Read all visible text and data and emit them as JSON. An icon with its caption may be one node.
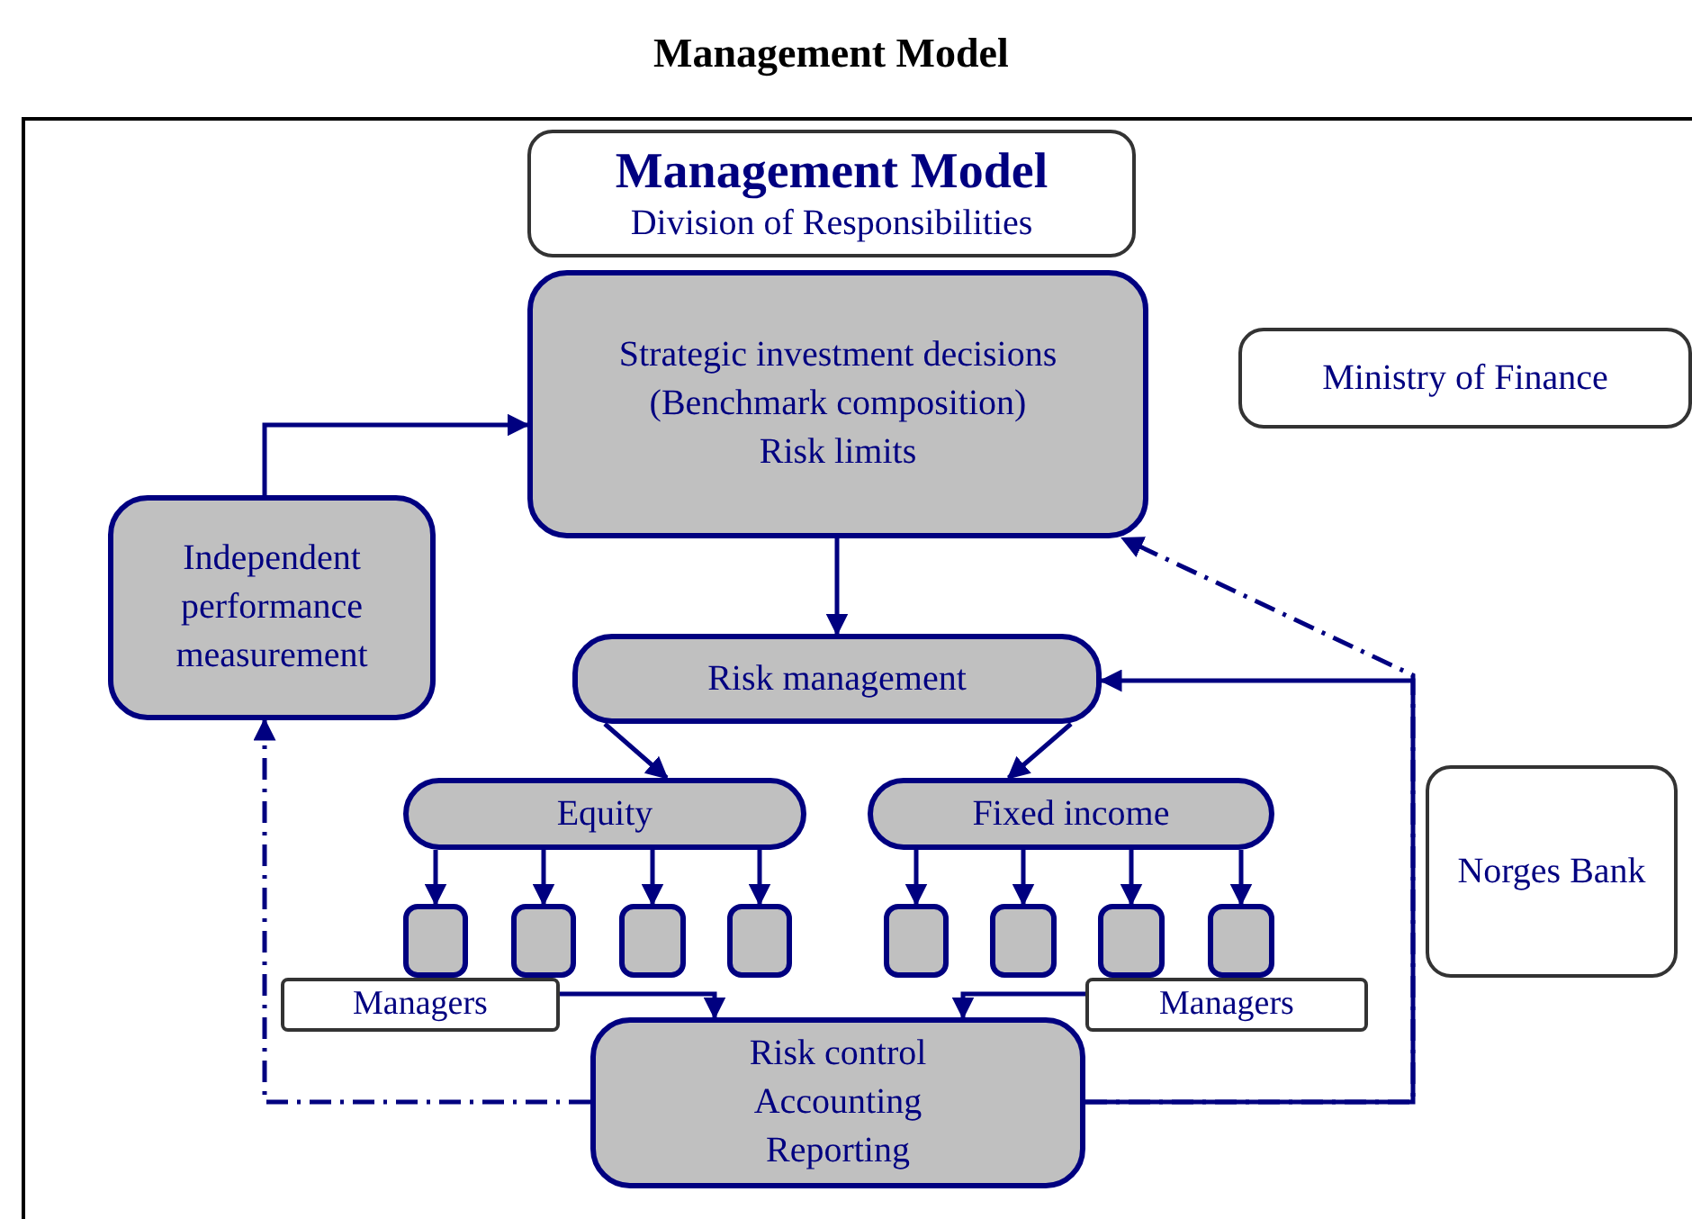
{
  "diagram": {
    "title": "Management Model",
    "nodes": [
      {
        "text": [
          "Management Model",
          "Division of Responsibilities"
        ]
      },
      {
        "text": [
          "Strategic investment decisions (Benchmark composition)",
          "Risk limits"
        ]
      },
      {
        "text": [
          "Ministry of Finance"
        ]
      },
      {
        "text": [
          "Independent performance measurement"
        ]
      },
      {
        "text": [
          "Risk management"
        ]
      },
      {
        "text": [
          "Equity"
        ]
      },
      {
        "text": [
          "Fixed income"
        ]
      },
      {
        "text": [],
        "shape": "box"
      },
      {
        "text": [],
        "shape": "box"
      },
      {
        "text": [],
        "shape": "box"
      },
      {
        "text": [],
        "shape": "box"
      },
      {
        "text": [],
        "shape": "box"
      },
      {
        "text": [],
        "shape": "box"
      },
      {
        "text": [],
        "shape": "box"
      },
      {
        "text": [],
        "shape": "box"
      },
      {
        "text": [
          "Managers"
        ]
      },
      {
        "text": [
          "Managers"
        ]
      },
      {
        "text": [
          "Risk control",
          "Accounting",
          "Reporting"
        ]
      },
      {
        "text": [
          "Norges Bank"
        ]
      }
    ],
    "edges": [
      {
        "from": 3,
        "to": 1,
        "arrow": "to"
      },
      {
        "from": 1,
        "to": 4,
        "arrow": "to"
      },
      {
        "from": 4,
        "to": 5,
        "arrow": "to"
      },
      {
        "from": 4,
        "to": 6,
        "arrow": "to"
      },
      {
        "from": 5,
        "to": 7,
        "arrow": "to"
      },
      {
        "from": 5,
        "to": 8,
        "arrow": "to"
      },
      {
        "from": 5,
        "to": 9,
        "arrow": "to"
      },
      {
        "from": 5,
        "to": 10,
        "arrow": "to"
      },
      {
        "from": 6,
        "to": 11,
        "arrow": "to"
      },
      {
        "from": 6,
        "to": 12,
        "arrow": "to"
      },
      {
        "from": 6,
        "to": 13,
        "arrow": "to"
      },
      {
        "from": 6,
        "to": 14,
        "arrow": "to"
      },
      {
        "from": 15,
        "to": 17,
        "arrow": "to"
      },
      {
        "from": 16,
        "to": 17,
        "arrow": "to"
      },
      {
        "from": 17,
        "to": 3,
        "arrow": "to",
        "style": "dashed"
      },
      {
        "from": 17,
        "to": 4,
        "arrow": "to"
      },
      {
        "from": 17,
        "to": 1,
        "arrow": "to",
        "style": "dashed"
      }
    ]
  }
}
